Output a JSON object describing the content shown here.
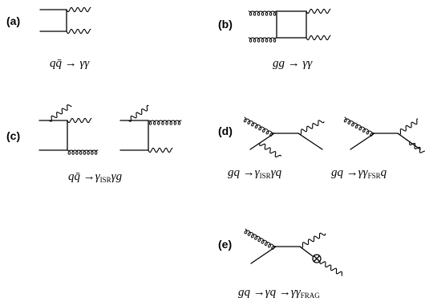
{
  "panels": [
    {
      "label": "(a)",
      "process": [
        {
          "t": "q"
        },
        {
          "t": "q̄"
        },
        {
          "t": " → "
        },
        {
          "t": "γγ"
        }
      ]
    },
    {
      "label": "(b)",
      "process": [
        {
          "t": "gg"
        },
        {
          "t": " → "
        },
        {
          "t": "γγ"
        }
      ]
    },
    {
      "label": "(c)",
      "process": [
        {
          "t": "q"
        },
        {
          "t": "q̄"
        },
        {
          "t": " →"
        },
        {
          "t": "γ"
        },
        {
          "t": "ISR",
          "sub": true
        },
        {
          "t": "γg"
        }
      ]
    },
    {
      "label": "(d)",
      "process": [
        {
          "t": "gq"
        },
        {
          "t": " →"
        },
        {
          "t": "γ"
        },
        {
          "t": "ISR",
          "sub": true
        },
        {
          "t": "γq"
        }
      ],
      "process2": [
        {
          "t": "gq"
        },
        {
          "t": " →"
        },
        {
          "t": "γγ"
        },
        {
          "t": "FSR",
          "sub": true
        },
        {
          "t": "q"
        }
      ]
    },
    {
      "label": "(e)",
      "process": [
        {
          "t": "gq"
        },
        {
          "t": " →"
        },
        {
          "t": "γq"
        },
        {
          "t": " →"
        },
        {
          "t": "γγ"
        },
        {
          "t": "FRAG",
          "sub": true
        }
      ]
    }
  ],
  "line_types": {
    "quark": "solid-line",
    "photon": "wavy-line",
    "gluon": "curly-line",
    "fragmentation": "crossed-circle-icon"
  }
}
